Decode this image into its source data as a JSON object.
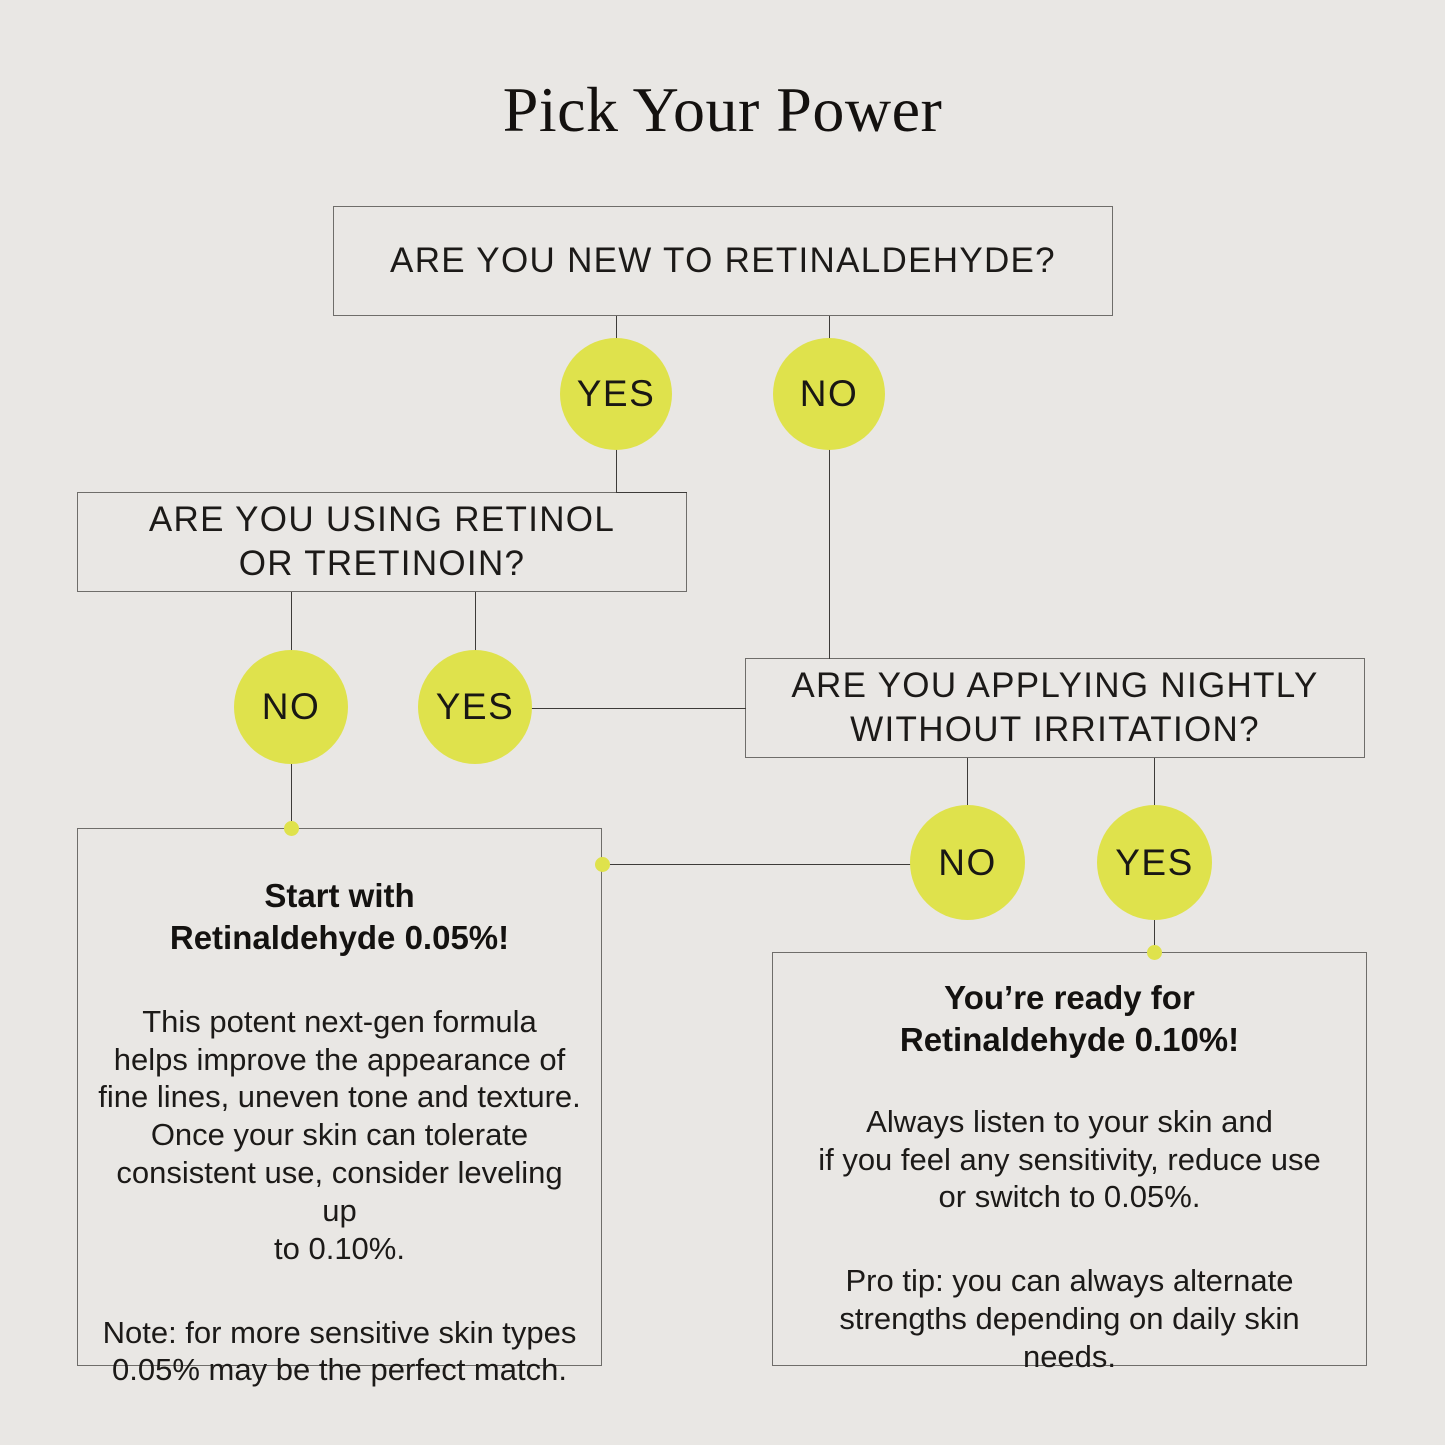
{
  "page": {
    "title": "Pick Your Power",
    "background_color": "#e9e7e4",
    "accent_color": "#dfe24c",
    "line_color": "#3d3b38",
    "text_color": "#1a1a1a"
  },
  "flowchart": {
    "type": "decision-tree",
    "questions": [
      {
        "id": "q1",
        "text": "ARE YOU NEW TO RETINALDEHYDE?"
      },
      {
        "id": "q2",
        "text": "ARE YOU USING RETINOL\nOR TRETINOIN?"
      },
      {
        "id": "q3",
        "text": "ARE YOU APPLYING NIGHTLY\nWITHOUT IRRITATION?"
      }
    ],
    "answers": [
      {
        "id": "a-yes1",
        "label": "YES",
        "from": "q1",
        "to": "q2"
      },
      {
        "id": "a-no1",
        "label": "NO",
        "from": "q1",
        "to": "q3"
      },
      {
        "id": "a-no2",
        "label": "NO",
        "from": "q2",
        "to": "r1"
      },
      {
        "id": "a-yes2",
        "label": "YES",
        "from": "q2",
        "to": "q3"
      },
      {
        "id": "a-no3",
        "label": "NO",
        "from": "q3",
        "to": "r1"
      },
      {
        "id": "a-yes3",
        "label": "YES",
        "from": "q3",
        "to": "r2"
      }
    ],
    "results": [
      {
        "id": "r1",
        "heading": "Start with\nRetinaldehyde 0.05%!",
        "body_1": "This potent next-gen formula\nhelps improve the appearance of\nfine lines, uneven tone and texture.\nOnce your skin can tolerate\nconsistent use, consider leveling up\nto 0.10%.",
        "body_2": "Note: for more sensitive skin types\n0.05% may be the perfect match."
      },
      {
        "id": "r2",
        "heading": "You’re ready for\nRetinaldehyde 0.10%!",
        "body_1": "Always listen to your skin and\nif you feel any sensitivity, reduce use\nor switch to 0.05%.",
        "body_2": "Pro tip: you can always alternate\nstrengths depending on daily skin\nneeds."
      }
    ]
  }
}
